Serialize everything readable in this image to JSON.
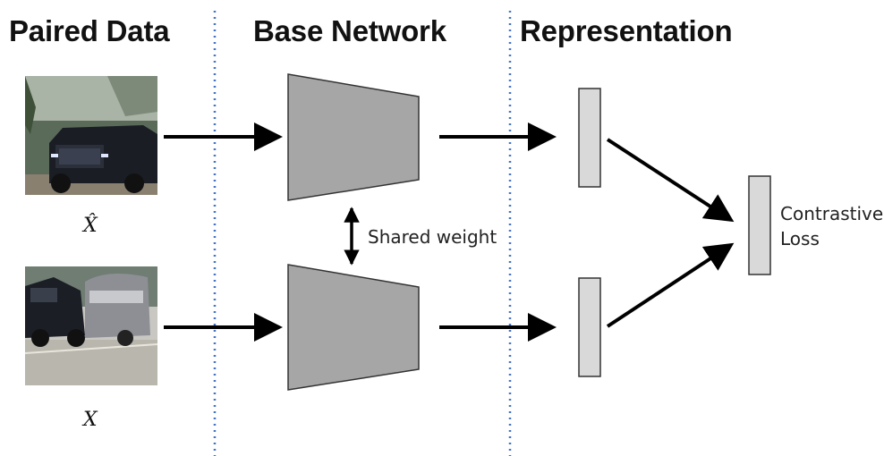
{
  "sections": {
    "paired_data": "Paired Data",
    "base_network": "Base Network",
    "representation": "Representation"
  },
  "inputs": {
    "top_label": "X̂",
    "bottom_label": "X"
  },
  "shared_weight": "Shared weight",
  "loss": {
    "line1": "Contrastive",
    "line2": "Loss"
  },
  "colors": {
    "encoder_fill": "#a6a6a6",
    "rep_fill": "#d9d9d9",
    "divider": "#4472c4",
    "arrow": "#000000"
  }
}
